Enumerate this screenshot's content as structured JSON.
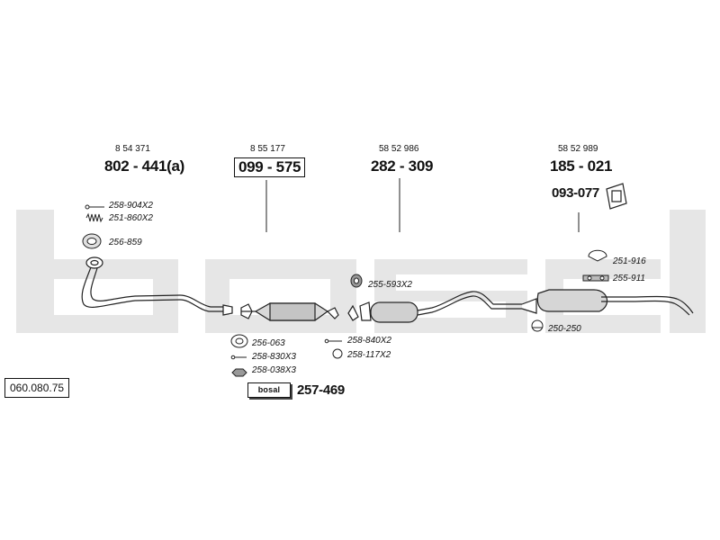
{
  "diagram_id": "060.080.75",
  "watermark": "bosal",
  "groups": [
    {
      "oe": "8 54 371",
      "part": "802 - 441(a)"
    },
    {
      "oe": "8 55 177",
      "part": "099 - 575"
    },
    {
      "oe": "58 52 986",
      "part": "282 - 309"
    },
    {
      "oe": "58 52 989",
      "part": "185 - 021",
      "extra_part": "093-077"
    }
  ],
  "accessories": {
    "front": [
      "258-904X2",
      "251-860X2",
      "256-859"
    ],
    "cat": [
      "256-063",
      "258-830X3",
      "258-038X3"
    ],
    "cat_rear": [
      "258-840X2",
      "258-117X2"
    ],
    "mid": [
      "255-593X2"
    ],
    "rear": [
      "251-916",
      "255-911",
      "250-250"
    ]
  },
  "kit": {
    "box_label": "bosal",
    "part": "257-469"
  },
  "colors": {
    "watermark": "#e4e4e4",
    "line": "#222222",
    "part_fill": "#d8d8d8"
  }
}
